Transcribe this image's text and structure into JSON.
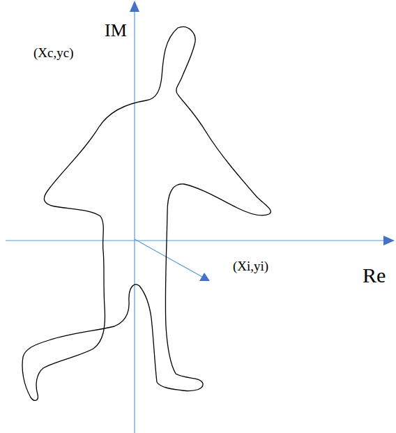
{
  "diagram": {
    "labels": [
      "IM",
      "(Xc,yc)",
      "Re",
      "(Xi,yi)"
    ]
  }
}
